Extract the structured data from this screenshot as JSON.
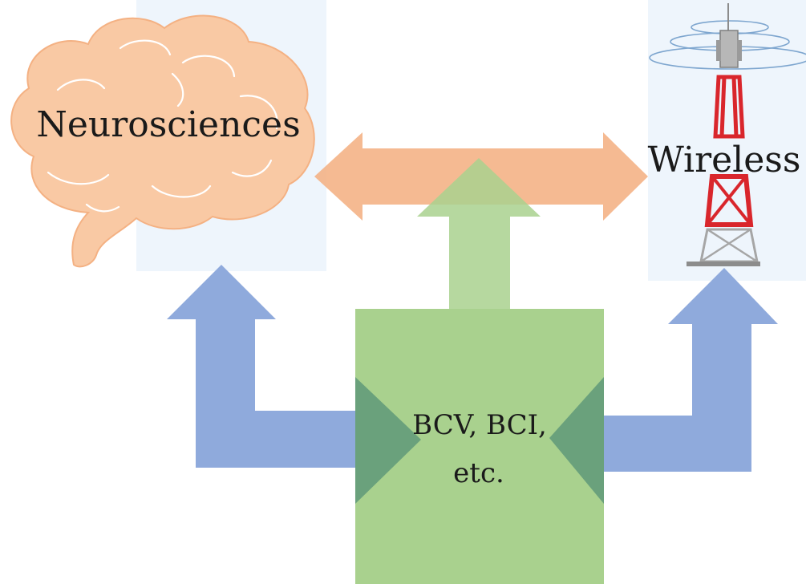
{
  "nodes": {
    "neurosciences": {
      "label": "Neurosciences",
      "icon": "brain-icon"
    },
    "wireless": {
      "label": "Wireless",
      "icon": "cell-tower-icon"
    },
    "center": {
      "label_line1": "BCV, BCI,",
      "label_line2": "etc."
    }
  },
  "colors": {
    "brain_fill": "#f9c9a4",
    "brain_stroke": "#f4b183",
    "panel_fill": "#eef5fc",
    "double_arrow": "#f4b183",
    "green_box": "#a9d18e",
    "green_dark": "#6aa17c",
    "blue_arrow": "#8faadc",
    "tower_red": "#d9262c",
    "tower_gray": "#a6a6a6"
  }
}
